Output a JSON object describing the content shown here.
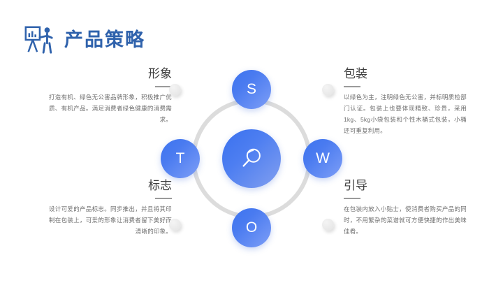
{
  "header": {
    "title": "产品策略",
    "icon": "presenter-flipchart-icon",
    "title_color": "#2f62ac"
  },
  "diagram": {
    "type": "swot",
    "center_icon": "magnifier-icon",
    "node_gradient_from": "#3d74ef",
    "node_gradient_to": "#7d9ef7",
    "ring_color": "#dcdcdc",
    "nodes": [
      {
        "letter": "S",
        "position": "top"
      },
      {
        "letter": "W",
        "position": "right"
      },
      {
        "letter": "O",
        "position": "bottom"
      },
      {
        "letter": "T",
        "position": "left"
      }
    ]
  },
  "blocks": {
    "image": {
      "heading": "形象",
      "body": "打造有机、绿色无公害品牌形象，积极推广优质、有机产品。满足消费者绿色健康的消费需求。"
    },
    "package": {
      "heading": "包装",
      "body": "以绿色为主，注明绿色无公害，并标明质检部门认证。包装上也要体现精致、珍贵，采用1kg、5kg小袋包装和个性木桶式包装，小桶还可重复利用。"
    },
    "logo": {
      "heading": "标志",
      "body": "设计可爱的产品标志。同步推出，并且将其印制在包装上，可爱的形象让消费者留下美好而清晰的印象。"
    },
    "guide": {
      "heading": "引导",
      "body": "在包装内放入小贴士，使消费者购买产品的同时，不用繁杂的菜谱就可方便快捷的作出美味佳肴。"
    }
  }
}
